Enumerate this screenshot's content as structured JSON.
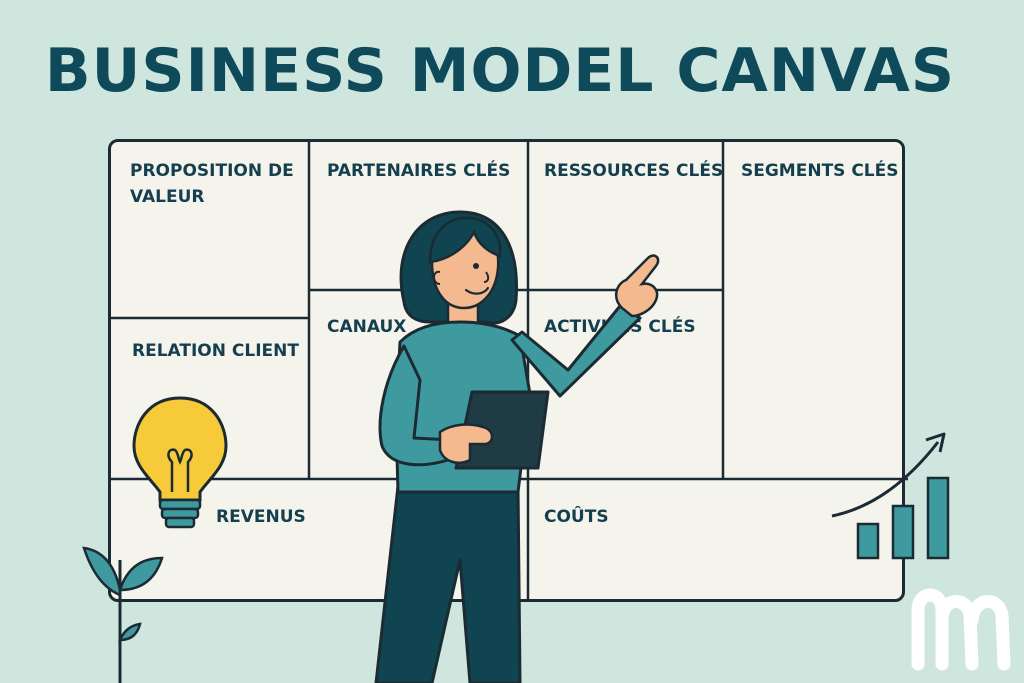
{
  "title": "BUSINESS MODEL CANVAS",
  "canvas": {
    "cells": [
      {
        "key": "proposition",
        "label_line1": "PROPOSITION DE",
        "label_line2": "VALEUR"
      },
      {
        "key": "partenaires",
        "label": "PARTENAIRES CLÉS"
      },
      {
        "key": "ressources",
        "label": "RESSOURCES CLÉS"
      },
      {
        "key": "segments",
        "label": "SEGMENTS CLÉS"
      },
      {
        "key": "relation",
        "label": "RELATION CLIENT"
      },
      {
        "key": "canaux",
        "label": "CANAUX"
      },
      {
        "key": "activites",
        "label": "ACTIVITÉS CLÉS"
      },
      {
        "key": "revenus",
        "label": "REVENUS"
      },
      {
        "key": "couts",
        "label": "COÛTS"
      }
    ]
  },
  "colors": {
    "background": "#cfe6df",
    "title": "#0e4a5a",
    "board": "#f5f4ec",
    "line": "#1c2b33",
    "teal": "#3f9aa0",
    "dark_teal": "#0f4450",
    "skin": "#f4b98e",
    "bulb": "#f7ca3a"
  },
  "icons": [
    "lightbulb-icon",
    "plant-icon",
    "growth-chart-icon",
    "brand-logo"
  ]
}
